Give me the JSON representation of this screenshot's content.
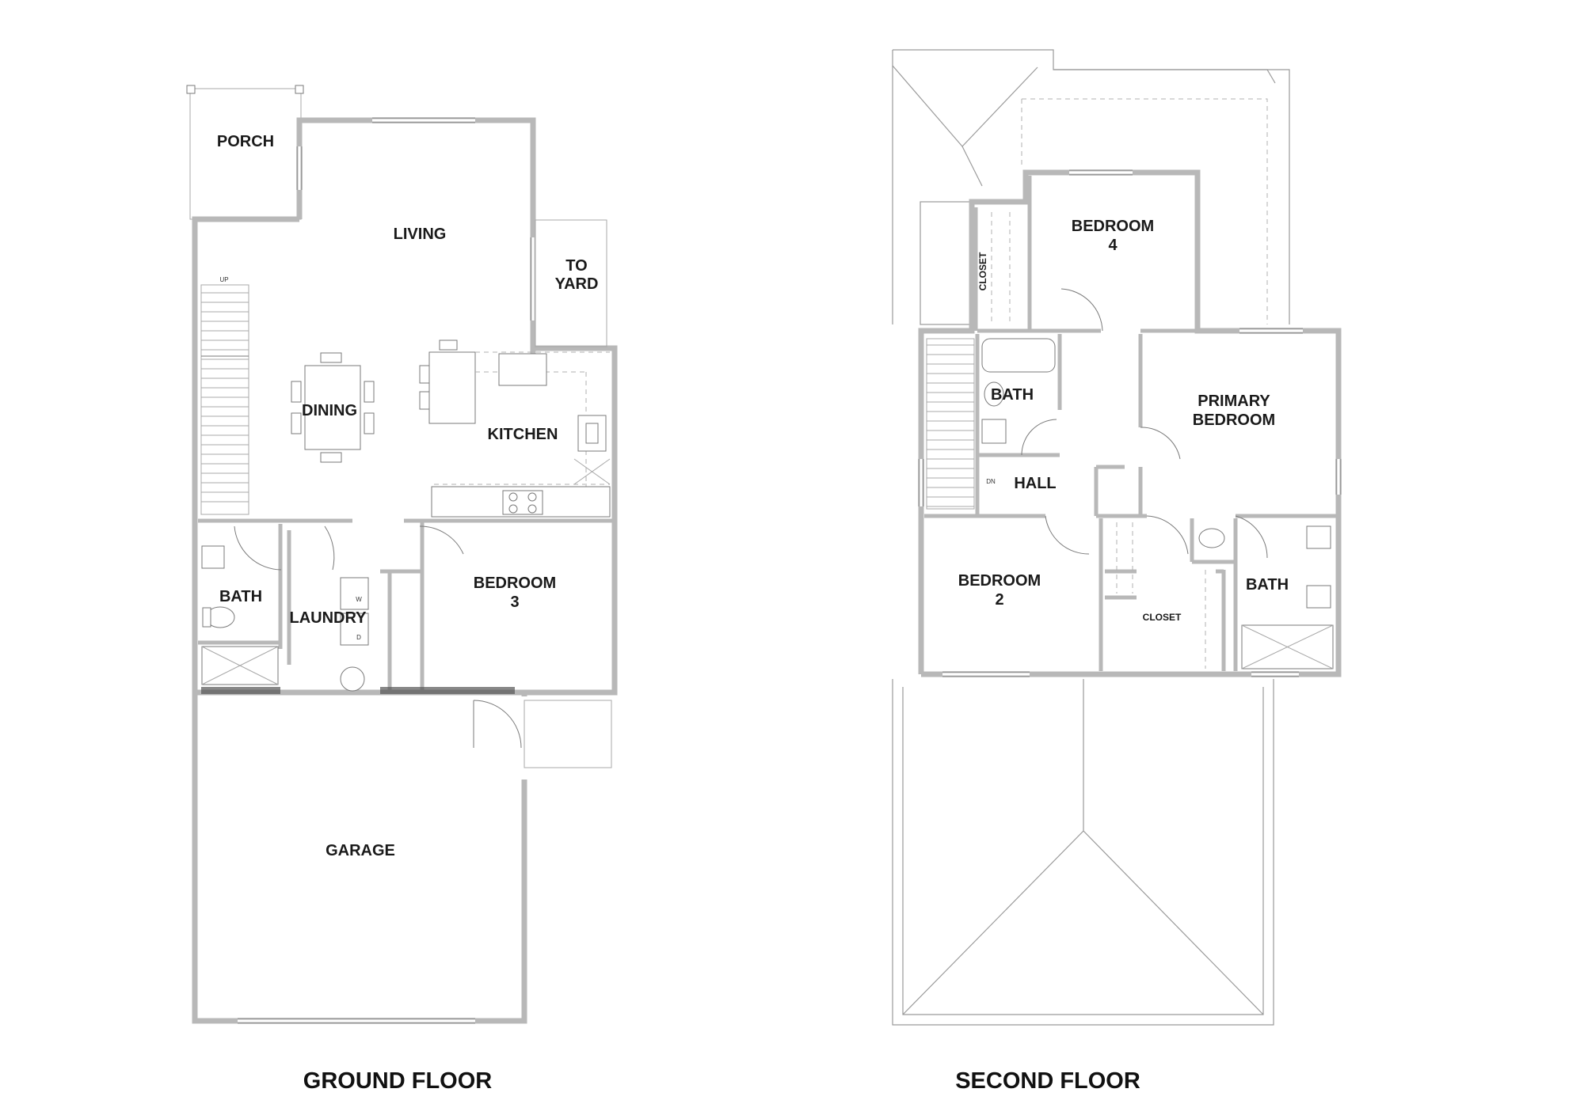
{
  "titles": {
    "ground_floor": "GROUND FLOOR",
    "second_floor": "SECOND FLOOR"
  },
  "ground": {
    "porch": "PORCH",
    "living": "LIVING",
    "to_yard_1": "TO",
    "to_yard_2": "YARD",
    "dining": "DINING",
    "kitchen": "KITCHEN",
    "bath": "BATH",
    "laundry": "LAUNDRY",
    "bedroom3_1": "BEDROOM",
    "bedroom3_2": "3",
    "garage": "GARAGE",
    "up": "UP",
    "washer": "W",
    "dryer": "D"
  },
  "second": {
    "bedroom4_1": "BEDROOM",
    "bedroom4_2": "4",
    "closet_vertical": "CLOSET",
    "bath": "BATH",
    "primary_1": "PRIMARY",
    "primary_2": "BEDROOM",
    "hall": "HALL",
    "dn": "DN",
    "bedroom2_1": "BEDROOM",
    "bedroom2_2": "2",
    "closet": "CLOSET",
    "bath2": "BATH"
  }
}
